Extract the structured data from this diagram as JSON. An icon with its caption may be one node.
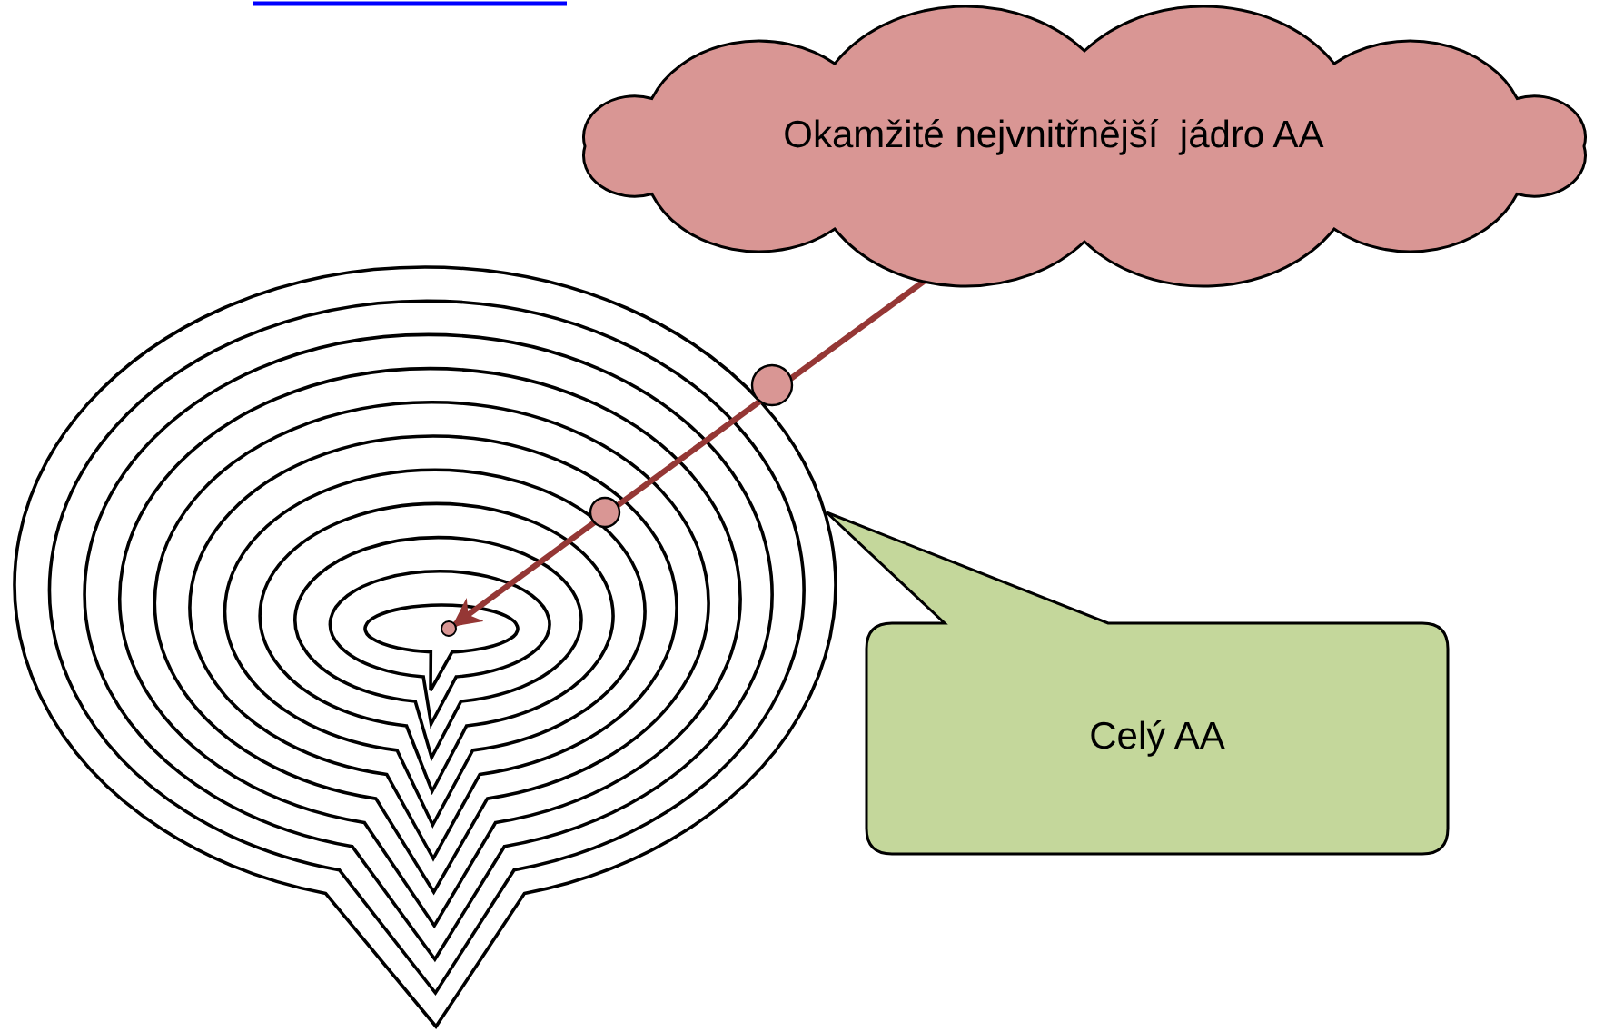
{
  "diagram": {
    "nodes": [
      {
        "text": [
          "Okamžité nejvnitřnější  jádro AA"
        ]
      },
      {
        "text": [
          "Celý AA"
        ]
      },
      {
        "text": [],
        "shape": "circle"
      }
    ],
    "edges": [
      {
        "from": 0,
        "to": 2,
        "arrow": "to"
      }
    ]
  }
}
